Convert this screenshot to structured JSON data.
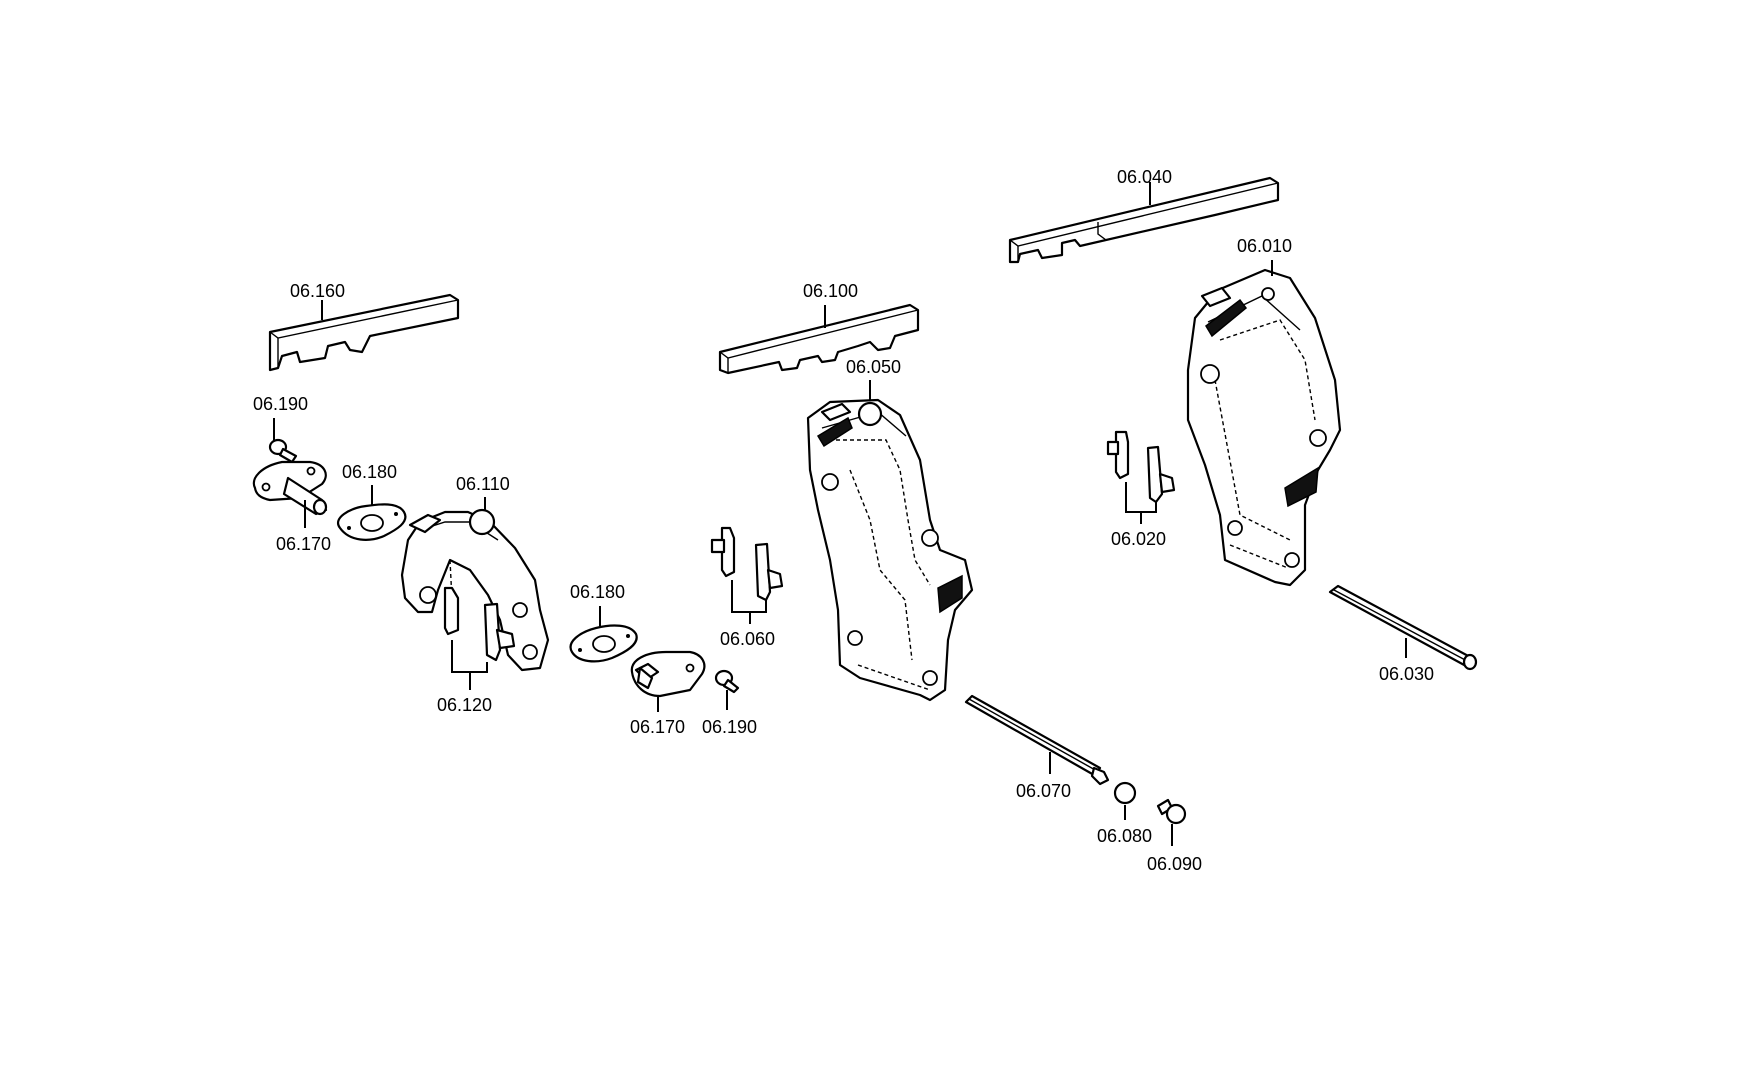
{
  "labels": {
    "l06160": "06.160",
    "l06190a": "06.190",
    "l06170a": "06.170",
    "l06180a": "06.180",
    "l06110": "06.110",
    "l06120": "06.120",
    "l06180b": "06.180",
    "l06170b": "06.170",
    "l06190b": "06.190",
    "l06100": "06.100",
    "l06050": "06.050",
    "l06060": "06.060",
    "l06040": "06.040",
    "l06010": "06.010",
    "l06020": "06.020",
    "l06030": "06.030",
    "l06070": "06.070",
    "l06080": "06.080",
    "l06090": "06.090"
  }
}
